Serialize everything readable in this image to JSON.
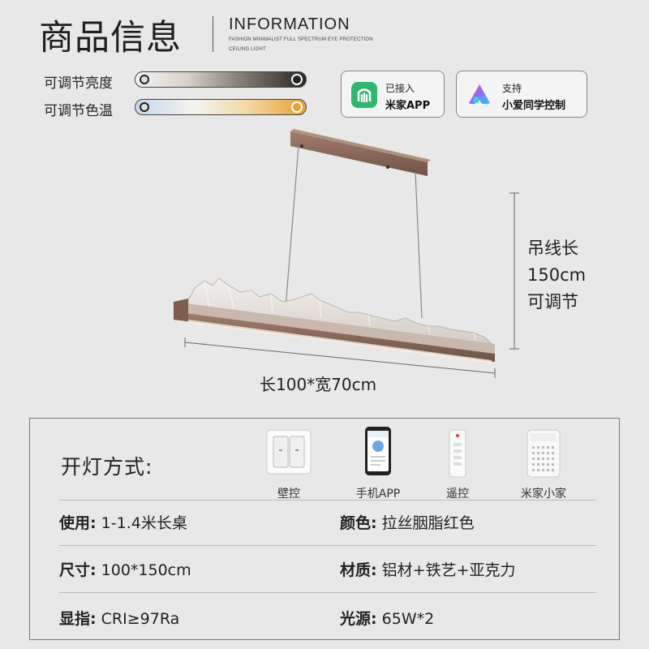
{
  "header": {
    "title": "商品信息",
    "title_en": "INFORMATION",
    "sub1": "FASHION MINIMALIST FULL SPECTRUM EYE PROTECTION",
    "sub2": "CEILING LIGHT"
  },
  "sliders": [
    {
      "label": "可调节亮度",
      "level": 1.0
    },
    {
      "label": "可调节色温",
      "level": 1.0
    }
  ],
  "badges": [
    {
      "line1": "已接入",
      "line2": "米家APP",
      "icon": "mijia-icon"
    },
    {
      "line1": "支持",
      "line2": "小爱同学控制",
      "icon": "xiaoai-icon"
    }
  ],
  "dimensions": {
    "hang_line1": "吊线长",
    "hang_line2": "150cm",
    "hang_line3": "可调节",
    "size": "长100*宽70cm"
  },
  "spec": {
    "modes_label": "开灯方式:",
    "modes": [
      {
        "name": "壁控",
        "icon": "wall-switch-icon"
      },
      {
        "name": "手机APP",
        "icon": "phone-app-icon"
      },
      {
        "name": "遥控",
        "icon": "remote-control-icon"
      },
      {
        "name": "米家小家",
        "icon": "smart-speaker-icon"
      }
    ],
    "rows": [
      [
        {
          "k": "使用:",
          "v": "1-1.4米长桌"
        },
        {
          "k": "颜色:",
          "v": "拉丝胭脂红色"
        }
      ],
      [
        {
          "k": "尺寸:",
          "v": "100*150cm"
        },
        {
          "k": "材质:",
          "v": "铝材+铁艺+亚克力"
        }
      ],
      [
        {
          "k": "显指:",
          "v": "CRI≥97Ra"
        },
        {
          "k": "光源:",
          "v": "65W*2"
        }
      ]
    ]
  },
  "colors": {
    "background": "#e8e8e8",
    "frame": "#8a6a58",
    "mijia_green": "#2fb772"
  }
}
